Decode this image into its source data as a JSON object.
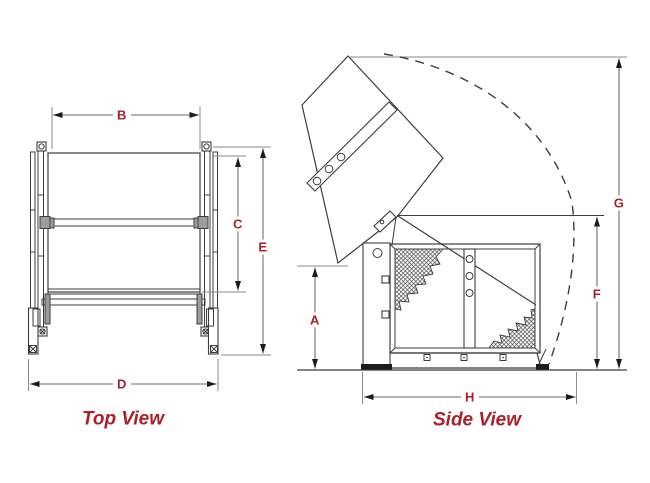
{
  "colors": {
    "label_red": "#a8212b",
    "line_dark": "#3d3d3d",
    "dim_gray": "#6e6e6e",
    "ext_gray": "#8a8a8a",
    "fill_gray": "#9c9c9c",
    "arrow_dark": "#1c1c1c",
    "bg": "#ffffff"
  },
  "views": {
    "top": {
      "title": "Top View",
      "dims": {
        "B": "B",
        "C": "C",
        "D": "D",
        "E": "E"
      }
    },
    "side": {
      "title": "Side View",
      "dims": {
        "A": "A",
        "F": "F",
        "G": "G",
        "H": "H"
      }
    }
  }
}
